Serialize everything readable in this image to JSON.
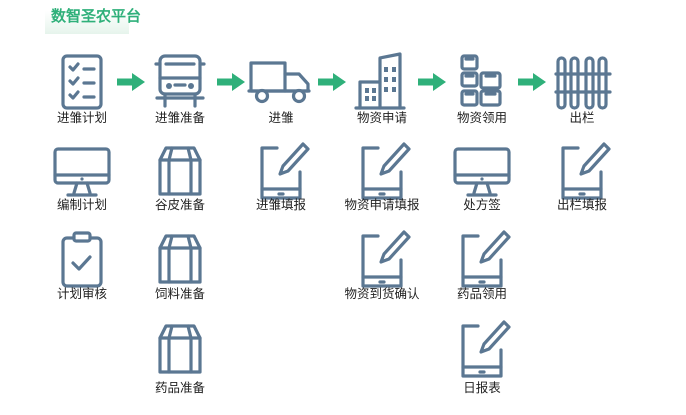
{
  "header": {
    "title": "数智圣农平台"
  },
  "colors": {
    "icon": "#5b7792",
    "arrow": "#2fb07a",
    "title": "#2fb07a"
  },
  "nodes": [
    {
      "name": "node-breeding-plan",
      "label": "进雏计划",
      "icon": "checklist-icon"
    },
    {
      "name": "node-breeding-prep",
      "label": "进雏准备",
      "icon": "truck-front-icon"
    },
    {
      "name": "node-breeding",
      "label": "进雏",
      "icon": "truck-icon"
    },
    {
      "name": "node-material-request",
      "label": "物资申请",
      "icon": "building-icon"
    },
    {
      "name": "node-material-pickup",
      "label": "物资领用",
      "icon": "boxes-icon"
    },
    {
      "name": "node-outstock",
      "label": "出栏",
      "icon": "fence-icon"
    },
    {
      "name": "node-plan-compile",
      "label": "编制计划",
      "icon": "monitor-icon"
    },
    {
      "name": "node-husk-prep",
      "label": "谷皮准备",
      "icon": "box-icon"
    },
    {
      "name": "node-breeding-fill",
      "label": "进雏填报",
      "icon": "tablet-pen-icon"
    },
    {
      "name": "node-material-request-fill",
      "label": "物资申请填报",
      "icon": "tablet-pen-icon"
    },
    {
      "name": "node-prescription",
      "label": "处方签",
      "icon": "monitor-icon"
    },
    {
      "name": "node-outstock-fill",
      "label": "出栏填报",
      "icon": "tablet-pen-icon"
    },
    {
      "name": "node-plan-review",
      "label": "计划审核",
      "icon": "clipboard-check-icon"
    },
    {
      "name": "node-feed-prep",
      "label": "饲料准备",
      "icon": "box-icon"
    },
    {
      "name": "node-material-arrival",
      "label": "物资到货确认",
      "icon": "tablet-pen-icon"
    },
    {
      "name": "node-medicine-pickup",
      "label": "药品领用",
      "icon": "tablet-pen-icon"
    },
    {
      "name": "node-medicine-prep",
      "label": "药品准备",
      "icon": "box-icon"
    },
    {
      "name": "node-daily-report",
      "label": "日报表",
      "icon": "tablet-pen-icon"
    }
  ]
}
